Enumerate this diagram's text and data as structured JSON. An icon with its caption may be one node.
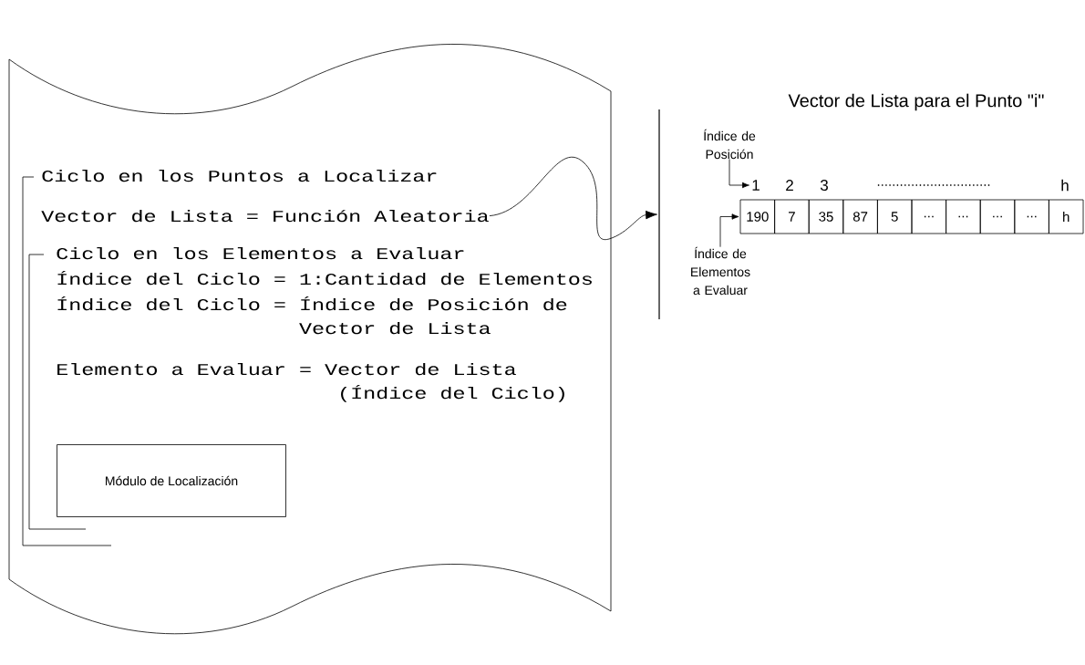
{
  "diagram": {
    "title": "Vector de Lista para el Punto \"i\"",
    "nodes": [
      {
        "text": [],
        "shape": "tape"
      },
      {
        "text": [
          "Vector de Lista = Función Aleatoria"
        ],
        "in": 0
      },
      {
        "text": [
          "Módulo de Localización"
        ],
        "in": 0
      },
      {
        "text": [],
        "shape": "bar"
      },
      {
        "text": [
          "Índice de Posición"
        ]
      },
      {
        "text": [
          "1"
        ]
      },
      {
        "text": [
          "190"
        ]
      },
      {
        "text": [
          "7"
        ]
      },
      {
        "text": [
          "35"
        ]
      },
      {
        "text": [
          "87"
        ]
      },
      {
        "text": [
          "5"
        ]
      },
      {
        "text": [
          "..."
        ]
      },
      {
        "text": [
          "..."
        ]
      },
      {
        "text": [
          "..."
        ]
      },
      {
        "text": [
          "..."
        ]
      },
      {
        "text": [
          "h"
        ]
      },
      {
        "text": [
          "Índice de Elementos a Evaluar"
        ]
      }
    ],
    "edges": [
      {
        "from": 1,
        "to": 3,
        "arrow": "to"
      },
      {
        "from": 4,
        "to": 5,
        "arrow": "to"
      },
      {
        "from": 16,
        "to": 6,
        "arrow": "to"
      }
    ],
    "labels": [
      "Ciclo en los Puntos a Localizar",
      "Ciclo en los Elementos a Evaluar",
      "Índice del Ciclo = 1:Cantidad de Elementos",
      "Índice del Ciclo = Índice de Posición de Vector de Lista",
      "Elemento a Evaluar = Vector de Lista (Índice del Ciclo)",
      "2",
      "3",
      "..............................",
      "h"
    ]
  }
}
